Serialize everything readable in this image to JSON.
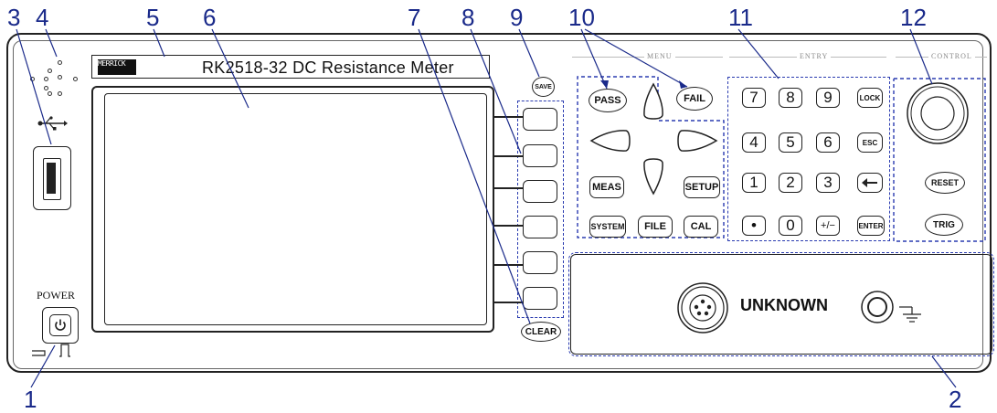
{
  "callouts": [
    "1",
    "2",
    "3",
    "4",
    "5",
    "6",
    "7",
    "8",
    "9",
    "10",
    "11",
    "12"
  ],
  "instrument": {
    "model_title": "RK2518-32   DC Resistance Meter",
    "brand_logo_text": "MERRICK"
  },
  "power": {
    "label": "POWER"
  },
  "sections": {
    "menu": "MENU",
    "entry": "ENTRY",
    "control": "CONTROL"
  },
  "buttons": {
    "save": "SAVE",
    "clear": "CLEAR",
    "pass": "PASS",
    "fail": "FAIL",
    "meas": "MEAS",
    "setup": "SETUP",
    "system": "SYSTEM",
    "file": "FILE",
    "cal": "CAL",
    "lock": "LOCK",
    "esc": "ESC",
    "enter": "ENTER",
    "reset": "RESET",
    "trig": "TRIG"
  },
  "keypad": {
    "row1": [
      "7",
      "8",
      "9"
    ],
    "row2": [
      "4",
      "5",
      "6"
    ],
    "row3": [
      "1",
      "2",
      "3"
    ],
    "row4": [
      "•",
      "0",
      "+/−"
    ]
  },
  "terminal": {
    "label": "UNKNOWN"
  },
  "usb_icon": "usb-icon",
  "backspace_icon": "backspace-arrow-icon",
  "colors": {
    "callout": "#1a2a8a",
    "dashed_outline": "#2a3bb0"
  }
}
